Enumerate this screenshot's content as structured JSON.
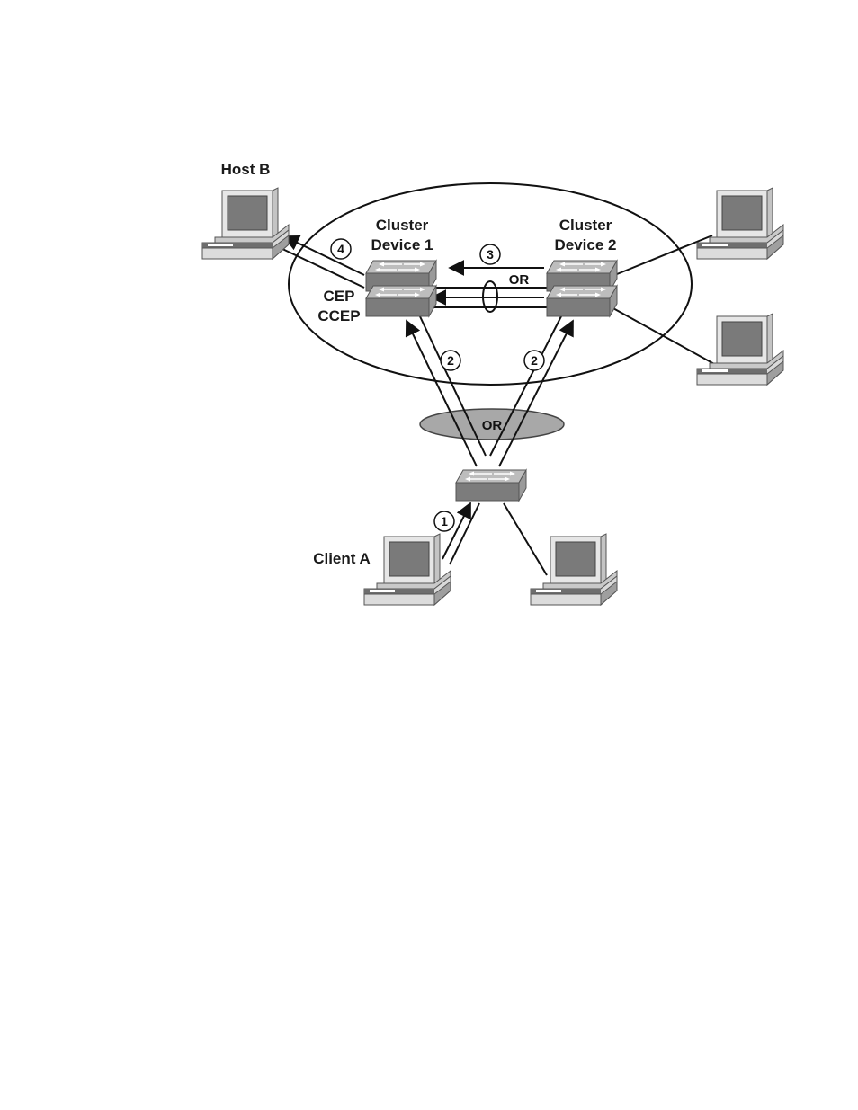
{
  "labels": {
    "host_b": "Host B",
    "client_a": "Client A",
    "cluster_device_1_line1": "Cluster",
    "cluster_device_1_line2": "Device 1",
    "cluster_device_2_line1": "Cluster",
    "cluster_device_2_line2": "Device 2",
    "cep": "CEP",
    "ccep": "CCEP",
    "or_top": "OR",
    "or_bottom": "OR"
  },
  "steps": {
    "s1": "1",
    "s2_left": "2",
    "s2_right": "2",
    "s3": "3",
    "s4": "4"
  },
  "colors": {
    "device_top": "#bdbdbd",
    "device_front": "#7c7c7c",
    "device_side": "#9a9a9a",
    "or_ellipse": "#a8a8a8",
    "screen": "#7a7a7a"
  }
}
